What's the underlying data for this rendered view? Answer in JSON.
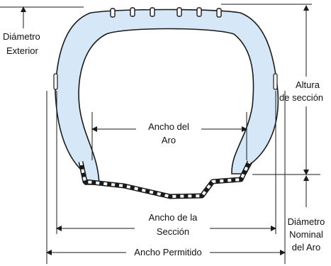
{
  "colors": {
    "tire_fill": "#d6e8f7",
    "tire_outline": "#1a1a1a",
    "dimension_line": "#1a1a1a",
    "background": "#ffffff"
  },
  "labels": {
    "outer_diameter": [
      "Diámetro",
      "Exterior"
    ],
    "section_height": [
      "Altura",
      "de sección"
    ],
    "rim_width": [
      "Ancho del",
      "Aro"
    ],
    "section_width": [
      "Ancho de la",
      "Sección"
    ],
    "nominal_rim_diameter": [
      "Diámetro",
      "Nominal",
      "del Aro"
    ],
    "allowed_width": [
      "Ancho Permitido"
    ]
  }
}
